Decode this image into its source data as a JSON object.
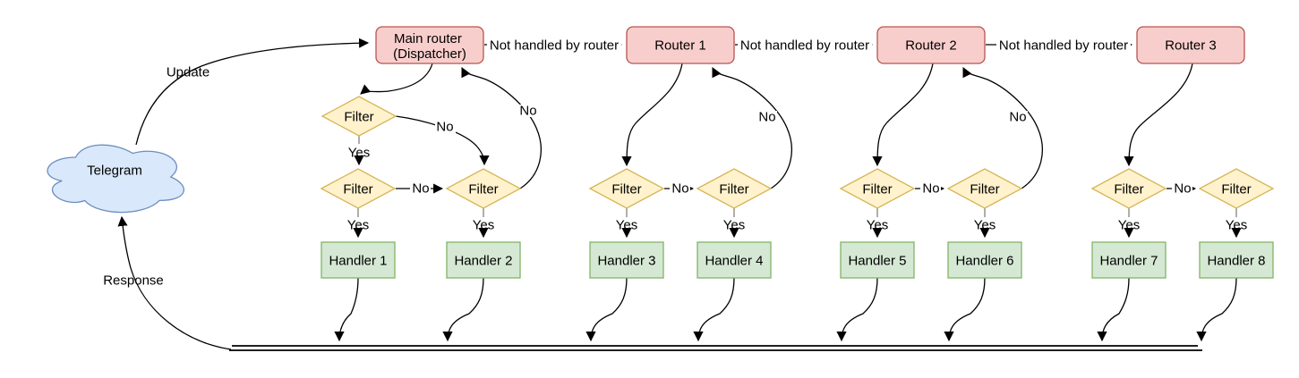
{
  "diagram": {
    "type": "flowchart",
    "description": "Telegram update routing through dispatcher, routers, filters and handlers",
    "colors": {
      "background": "#ffffff",
      "cloud_fill": "#dae8fc",
      "cloud_stroke": "#6c8ebf",
      "router_fill": "#f8cecc",
      "router_stroke": "#b85450",
      "filter_fill": "#fff2cc",
      "filter_stroke": "#d6b656",
      "handler_fill": "#d5e8d4",
      "handler_stroke": "#82b366",
      "edge": "#000000",
      "muted_stub": "#999999",
      "label_text": "#000000"
    },
    "nodes": {
      "telegram": "Telegram",
      "main_router_line1": "Main router",
      "main_router_line2": "(Dispatcher)",
      "routers": [
        "Router 1",
        "Router 2",
        "Router 3"
      ],
      "filter": "Filter",
      "handlers": [
        "Handler 1",
        "Handler 2",
        "Handler 3",
        "Handler 4",
        "Handler 5",
        "Handler 6",
        "Handler 7",
        "Handler 8"
      ]
    },
    "edge_labels": {
      "update": "Update",
      "response": "Response",
      "not_handled": "Not handled by router",
      "yes": "Yes",
      "no": "No"
    }
  }
}
